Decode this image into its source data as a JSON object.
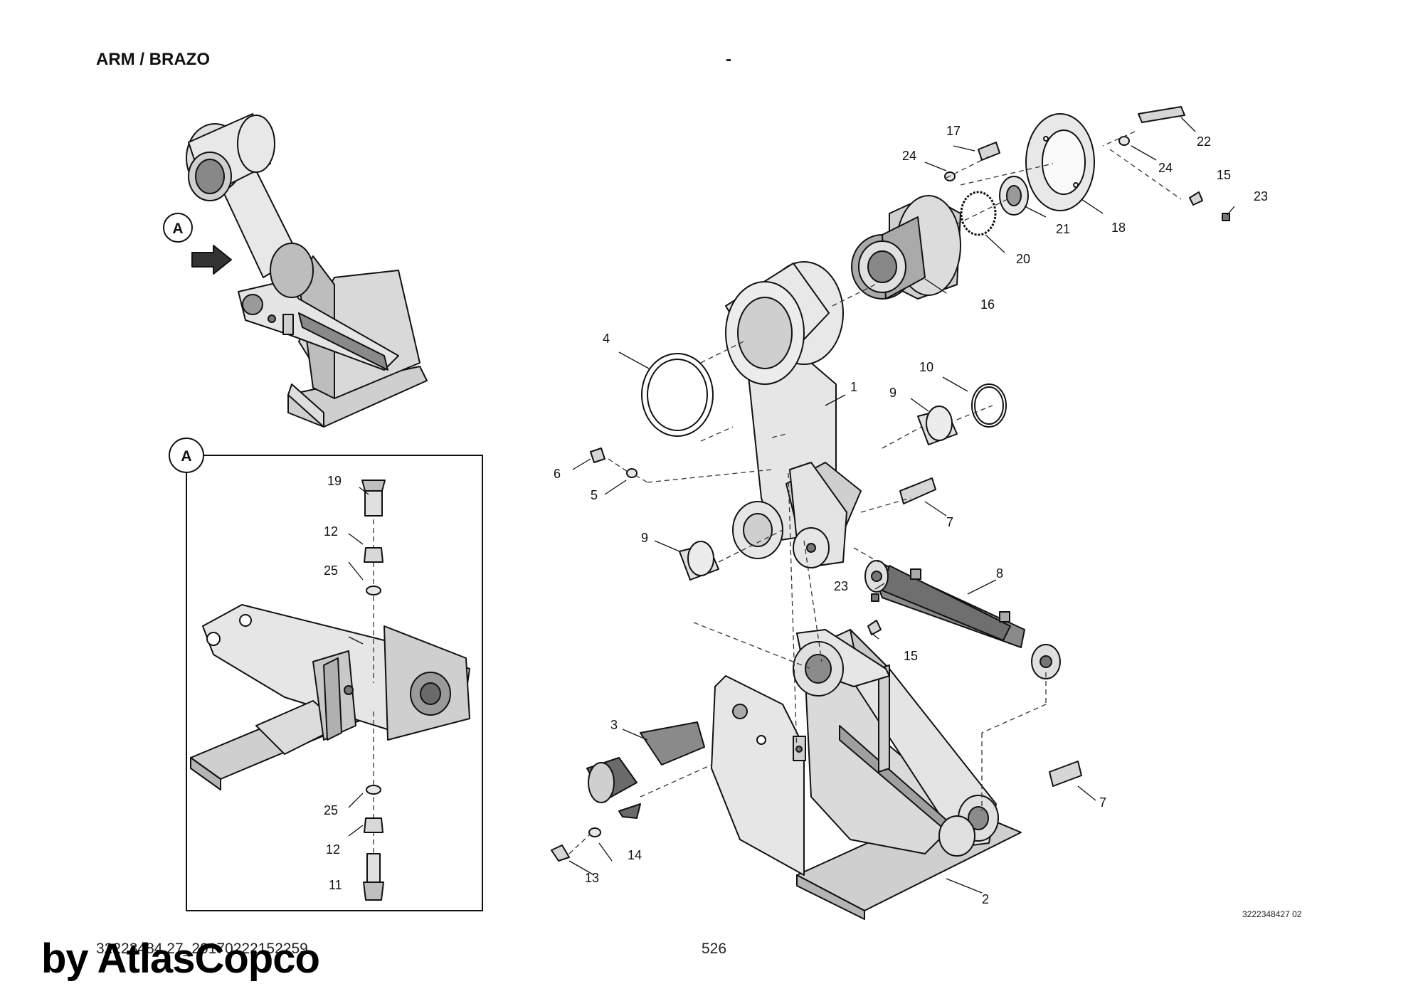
{
  "header": {
    "title": "ARM / BRAZO",
    "separator": "-"
  },
  "footer": {
    "document_id": "32223484 27_20170222152259",
    "page_number": "526",
    "drawing_number": "3222348427 02"
  },
  "watermark": "by AtlasCopco",
  "detail": {
    "view_marker": "A",
    "box_marker": "A"
  },
  "callouts": {
    "c1": "1",
    "c2": "2",
    "c3": "3",
    "c4": "4",
    "c5": "5",
    "c6": "6",
    "c7a": "7",
    "c7b": "7",
    "c8": "8",
    "c9a": "9",
    "c9b": "9",
    "c10": "10",
    "c11": "11",
    "c12a": "12",
    "c12b": "12",
    "c13": "13",
    "c14": "14",
    "c15a": "15",
    "c15b": "15",
    "c16": "16",
    "c17": "17",
    "c18": "18",
    "c19": "19",
    "c20": "20",
    "c21": "21",
    "c22": "22",
    "c23a": "23",
    "c23b": "23",
    "c24a": "24",
    "c24b": "24",
    "c25a": "25",
    "c25b": "25"
  },
  "colors": {
    "part_light": "#e6e6e6",
    "part_mid": "#cfcfcf",
    "part_dark": "#8d8d8d",
    "cylinder": "#6f6f6f",
    "line": "#111111"
  }
}
